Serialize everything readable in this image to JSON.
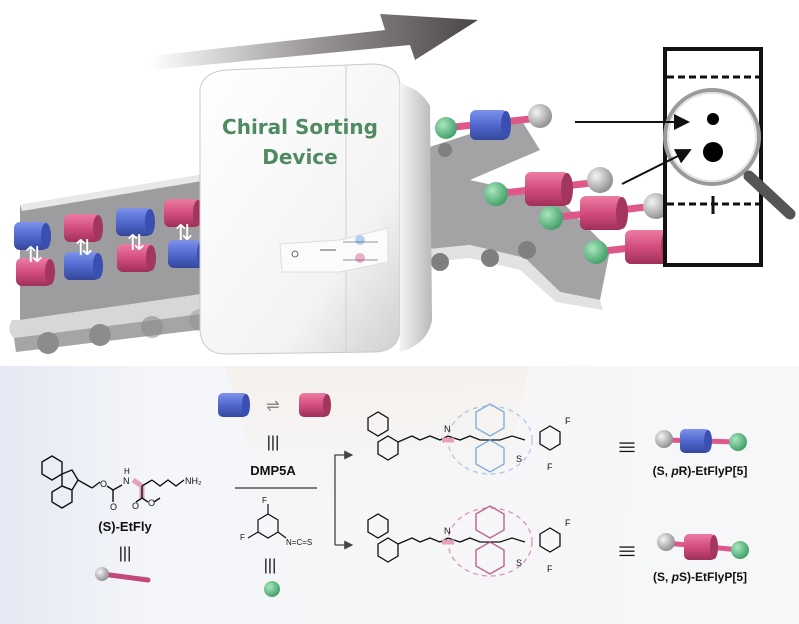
{
  "figure": {
    "device_label_line1": "Chiral Sorting",
    "device_label_line2": "Device",
    "colors": {
      "blue_ring": "#5b73d6",
      "pink_ring": "#d24d7e",
      "green_ball": "#6ec98f",
      "grey_ball": "#c9c9cc",
      "device_text": "#4f8a63",
      "belt": "#9d9d9f",
      "pR_highlight": "#6ea2d8",
      "pS_highlight": "#b54a7a"
    },
    "equilibrium_symbol": "⇌",
    "equivalence_symbol": "|||",
    "flip_symbol": "⇅"
  },
  "scheme": {
    "reactant": {
      "name": "(S)-EtFly",
      "groups": {
        "nh": "H",
        "n": "N",
        "nh2": "NH₂",
        "o1": "O",
        "o2": "O",
        "o3": "O",
        "o4": "O"
      }
    },
    "host": {
      "name": "DMP5A"
    },
    "reagent": {
      "atoms": {
        "f": "F",
        "ncs": "N=C=S"
      }
    },
    "products": [
      {
        "name": "(S, pR)-EtFlyP[5]",
        "prefix": "(S, ",
        "italic": "p",
        "suffix": "R)-EtFlyP[5]",
        "ring_color": "blue"
      },
      {
        "name": "(S, pS)-EtFlyP[5]",
        "prefix": "(S, ",
        "italic": "p",
        "suffix": "S)-EtFlyP[5]",
        "ring_color": "pink"
      }
    ],
    "atom_labels": {
      "H": "H",
      "N": "N",
      "O": "O",
      "S": "S",
      "F": "F"
    }
  },
  "tlc": {
    "spots": [
      "small spot",
      "large spot"
    ]
  }
}
